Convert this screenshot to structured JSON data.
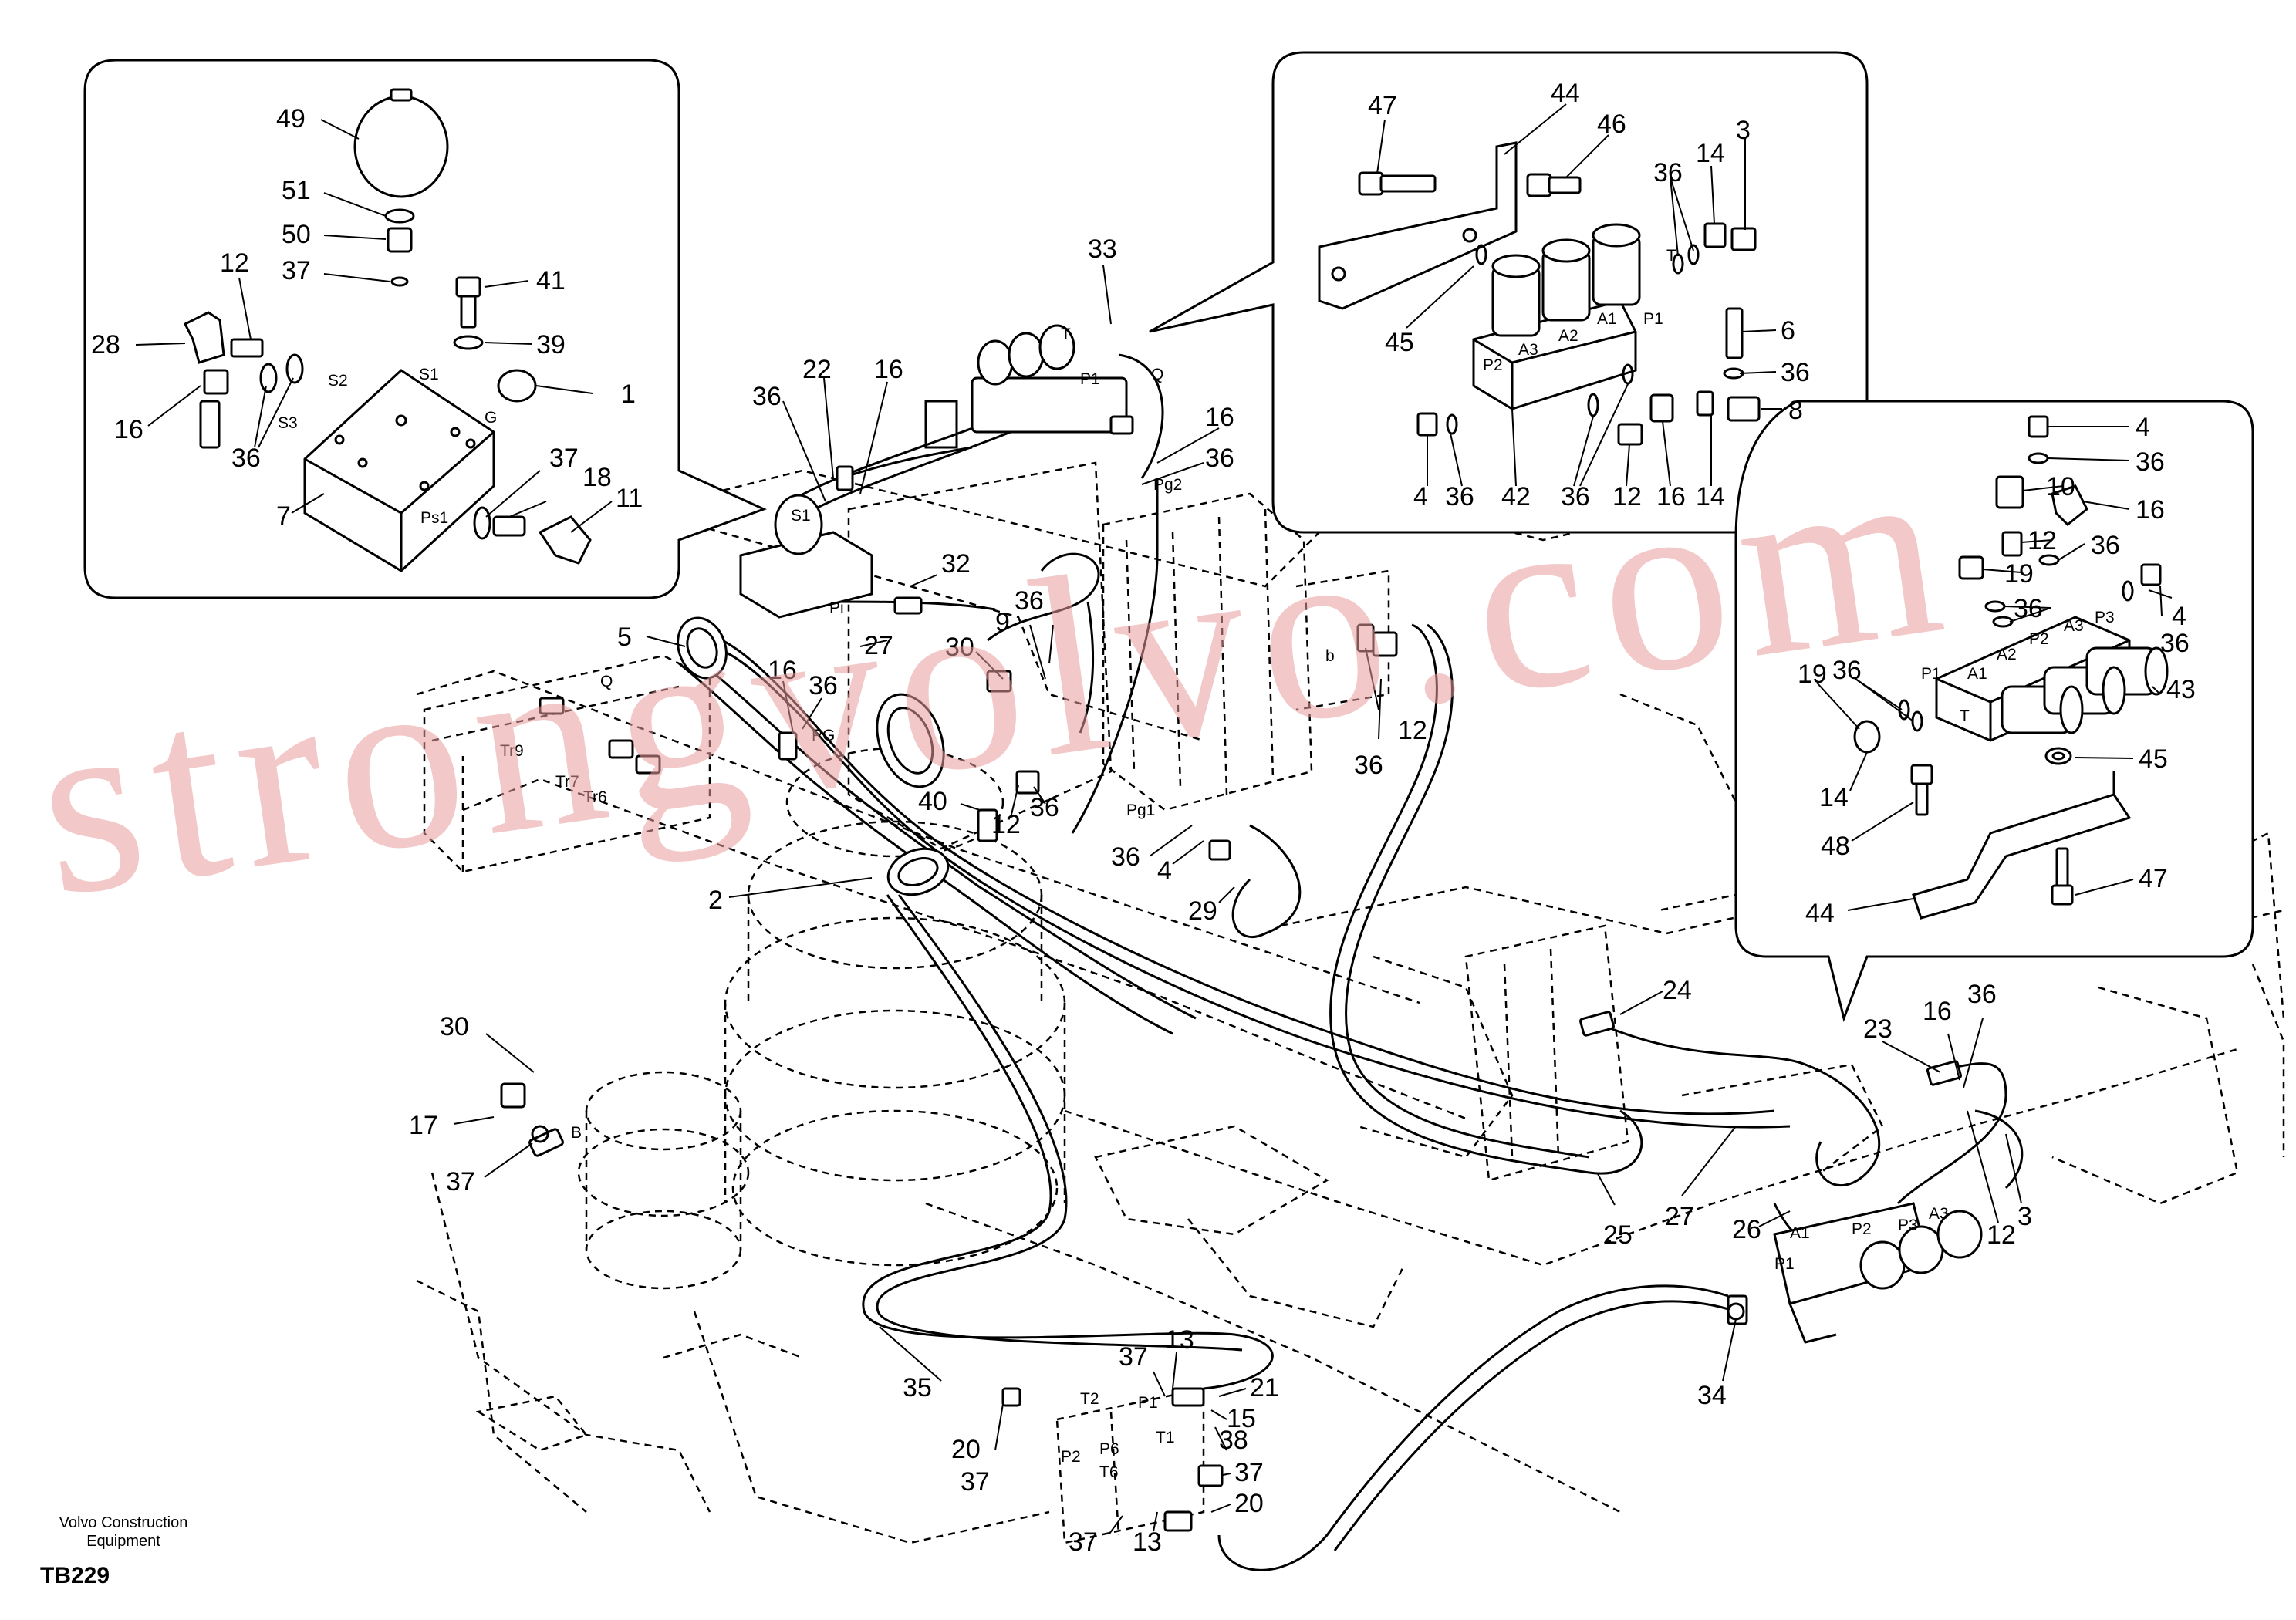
{
  "watermark": "strongvolvo.com",
  "footer": {
    "company_line1": "Volvo Construction",
    "company_line2": "Equipment",
    "figure_code": "TB229"
  },
  "callouts_main": [
    "30",
    "17",
    "37",
    "5",
    "2",
    "22",
    "16",
    "36",
    "33",
    "16",
    "36",
    "32",
    "27",
    "16",
    "36",
    "30",
    "9",
    "36",
    "40",
    "12",
    "36",
    "36",
    "4",
    "29",
    "12",
    "36",
    "24",
    "23",
    "16",
    "36",
    "25",
    "27",
    "26",
    "12",
    "3",
    "35",
    "13",
    "37",
    "21",
    "15",
    "38",
    "37",
    "20",
    "20",
    "37",
    "13",
    "37",
    "34"
  ],
  "callouts_inset1": [
    "49",
    "51",
    "50",
    "37",
    "12",
    "28",
    "16",
    "36",
    "41",
    "39",
    "1",
    "7",
    "37",
    "18",
    "11"
  ],
  "callouts_inset2": [
    "47",
    "44",
    "46",
    "36",
    "14",
    "3",
    "6",
    "36",
    "8",
    "45",
    "4",
    "36",
    "42",
    "36",
    "12",
    "16",
    "14"
  ],
  "callouts_inset3": [
    "4",
    "36",
    "10",
    "16",
    "12",
    "19",
    "36",
    "36",
    "4",
    "36",
    "36",
    "19",
    "43",
    "14",
    "45",
    "48",
    "47",
    "44"
  ],
  "port_labels": {
    "inset1": [
      "S2",
      "S1",
      "S3",
      "G",
      "Ps1"
    ],
    "inset2": [
      "T",
      "P1",
      "P2",
      "A3",
      "A2",
      "A1"
    ],
    "inset3": [
      "P3",
      "A3",
      "P2",
      "A2",
      "A1",
      "P1",
      "T"
    ],
    "main": [
      "T",
      "P1",
      "Q",
      "Pg2",
      "S1",
      "Pi",
      "Q",
      "Tr9",
      "Tr7",
      "Tr6",
      "PG",
      "Pg1",
      "b",
      "B",
      "A1",
      "P2",
      "A3",
      "P3",
      "P1",
      "T2",
      "P1",
      "T1",
      "P2",
      "P6",
      "T6"
    ]
  }
}
